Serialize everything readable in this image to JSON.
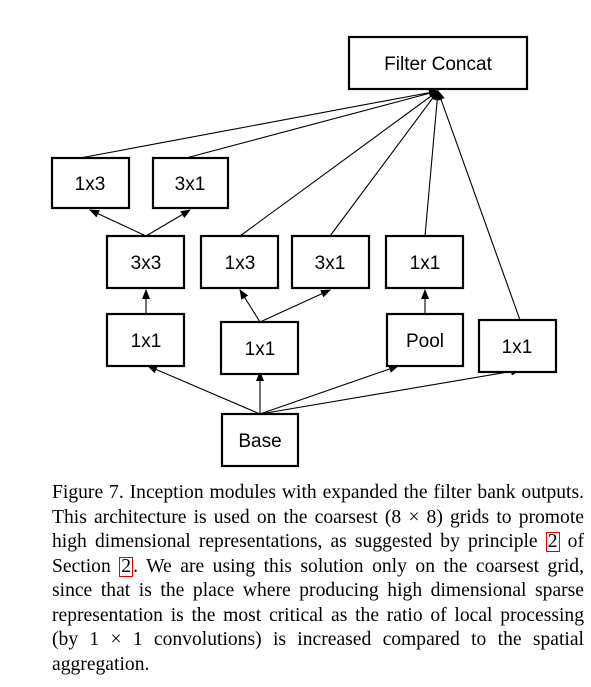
{
  "nodes": {
    "filter_concat": "Filter Concat",
    "b1_1x3": "1x3",
    "b1_3x1": "3x1",
    "b1_3x3": "3x3",
    "b1_1x1": "1x1",
    "b2_1x3": "1x3",
    "b2_3x1": "3x1",
    "b2_1x1": "1x1",
    "b3_1x1": "1x1",
    "b3_pool": "Pool",
    "b4_1x1": "1x1",
    "base": "Base"
  },
  "caption": {
    "part1": "Figure 7. Inception modules with expanded the filter bank outputs. This architecture is used on the coarsest (8 × 8) grids to promote high dimensional representations, as suggested by principle ",
    "ref_principle": "2",
    "part2": " of Section ",
    "ref_section": "2",
    "part3": ". We are using this solution only on the coarsest grid, since that is the place where producing high dimensional sparse representation is the most critical as the ratio of local processing (by 1 × 1 convolutions) is increased compared to the spatial aggregation."
  }
}
